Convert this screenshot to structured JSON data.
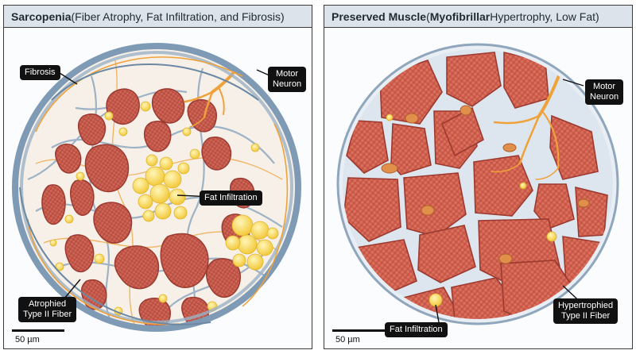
{
  "left_panel": {
    "title_bold": "Sarcopenia",
    "title_rest": " (Fiber Atrophy, Fat Infiltration, and Fibrosis)",
    "labels": {
      "fibrosis": "Fibrosis",
      "motor_line1": "Motor",
      "motor_line2": "Neuron",
      "fat": "Fat Infiltration",
      "atrophied_line1": "Atrophied",
      "atrophied_line2": "Type II Fiber"
    },
    "scale": "50 µm"
  },
  "right_panel": {
    "title_bold1": "Preserved Muscle",
    "title_mid": " (",
    "title_bold2": "Myofibrillar",
    "title_rest": " Hypertrophy, Low Fat)",
    "labels": {
      "motor_line1": "Motor",
      "motor_line2": "Neuron",
      "fat": "Fat Infiltration",
      "hyper_line1": "Hypertrophied",
      "hyper_line2": "Type II Fiber"
    },
    "scale": "50 µm"
  },
  "colors": {
    "fiber": "#c9594a",
    "fiber_edge": "#9c3a30",
    "fat": "#f4d24a",
    "fibrosis": "#7f9ab4",
    "nerve": "#f0a23a",
    "header_bg": "#dde3ea"
  }
}
